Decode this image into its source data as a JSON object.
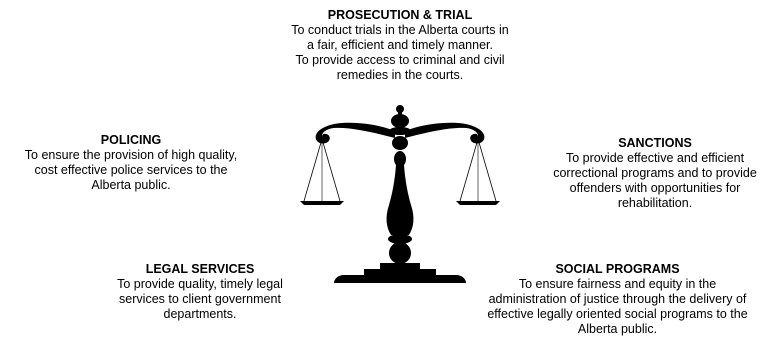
{
  "prosecution": {
    "heading": "PROSECUTION & TRIAL",
    "lines": [
      "To conduct trials in the Alberta courts in",
      "a fair, efficient and timely manner.",
      "To provide access to criminal and civil",
      "remedies in the courts."
    ]
  },
  "policing": {
    "heading": "POLICING",
    "lines": [
      "To ensure the provision of high quality,",
      "cost effective police services to the",
      "Alberta public."
    ]
  },
  "sanctions": {
    "heading": "SANCTIONS",
    "lines": [
      "To provide effective and efficient",
      "correctional programs and to provide",
      "offenders with opportunities for",
      "rehabilitation."
    ]
  },
  "legal": {
    "heading": "LEGAL SERVICES",
    "lines": [
      "To provide quality, timely legal",
      "services to client government",
      "departments."
    ]
  },
  "social": {
    "heading": "SOCIAL PROGRAMS",
    "lines": [
      "To ensure fairness and equity in the",
      "administration of justice through the delivery of",
      "effective legally oriented social programs to the",
      "Alberta public."
    ]
  },
  "graphic": {
    "icon": "scales-of-justice-icon",
    "color": "#000000"
  }
}
